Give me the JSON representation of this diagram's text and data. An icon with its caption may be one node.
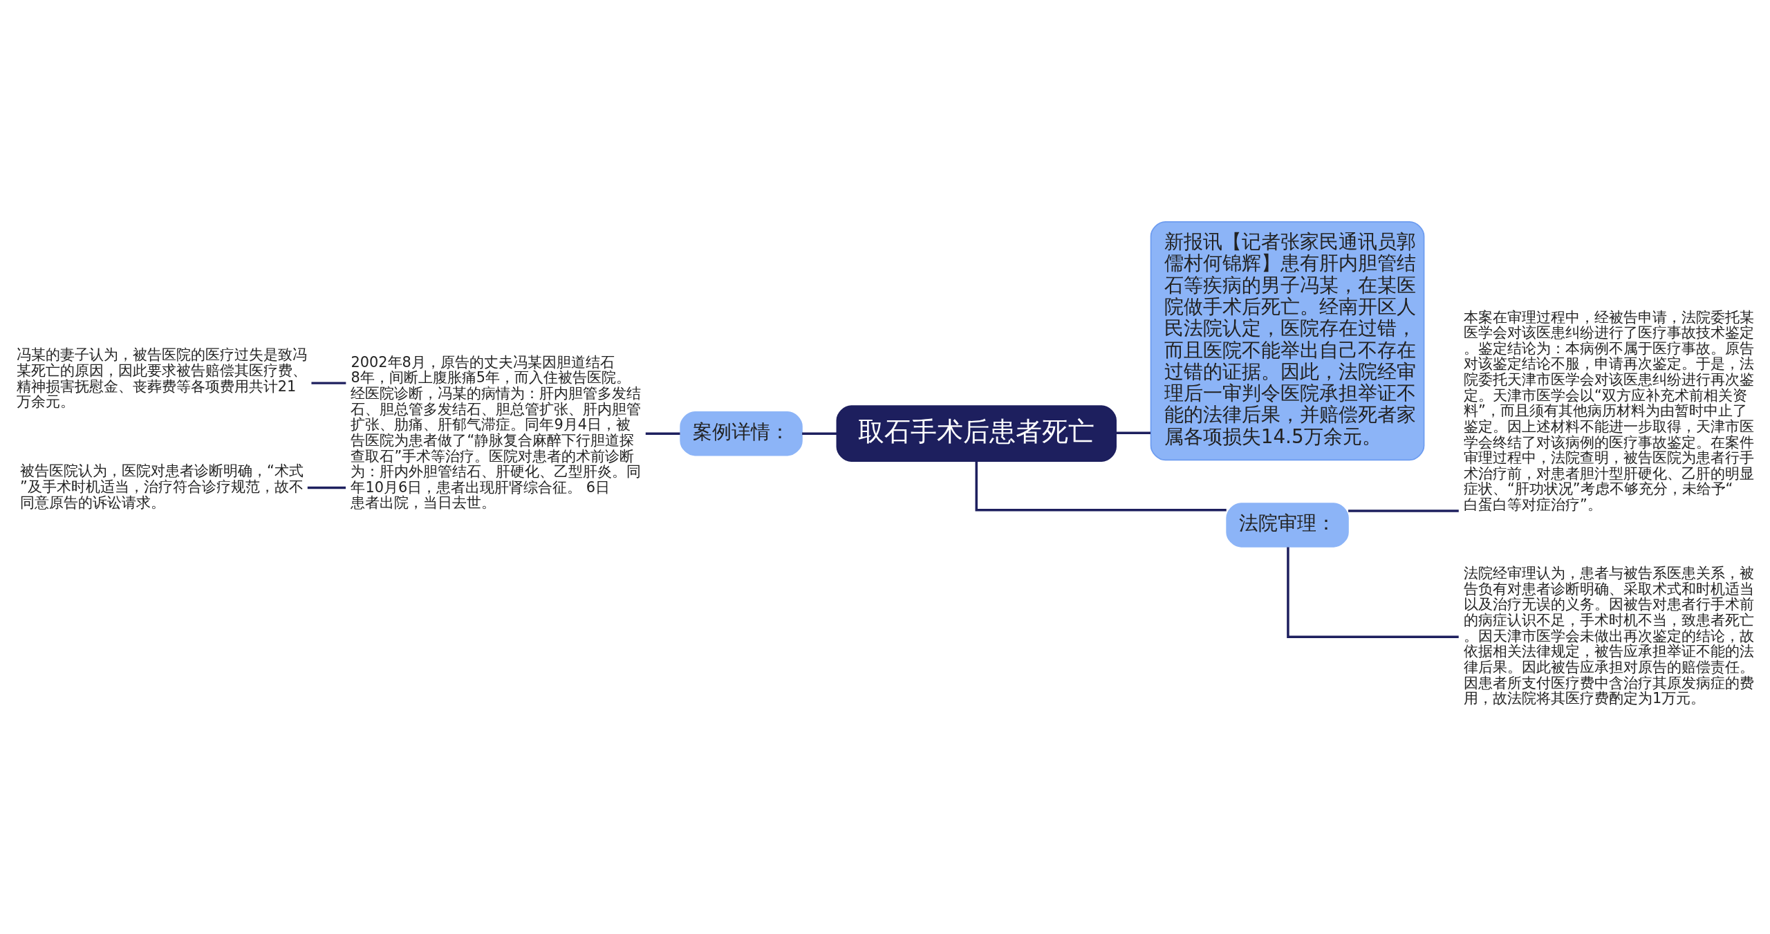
{
  "diagram": {
    "nodes": [
      {
        "text": [
          "取石手术后患者死亡"
        ]
      },
      {
        "text": [
          "案例详情："
        ]
      },
      {
        "text": [
          "2002年8月，原告的丈夫冯某因胆道结石8年，间断上腹胀痛5年，而入住被告医院。经医院诊断，冯某的病情为：肝内胆管多发结石、胆总管多发结石、胆总管扩张、肝内胆管扩张、肋痛、肝郁气滞症。同年9月4日，被告医院为患者做了“静脉复合麻醉下行胆道探查取石”手术等治疗。医院对患者的术前诊断为：肝内外胆管结石、肝硬化、乙型肝炎。同年10月6日，患者出现肝肾综合征。 6日患者出院，当日去世。"
        ]
      },
      {
        "text": [
          "冯某的妻子认为，被告医院的医疗过失是致冯某死亡的原因，因此要求被告赔偿其医疗费、精神损害抚慰金、丧葬费等各项费用共计21万余元。"
        ]
      },
      {
        "text": [
          "被告医院认为，医院对患者诊断明确，“术式”及手术时机适当，治疗符合诊疗规范，故不同意原告的诉讼请求。"
        ]
      },
      {
        "text": [
          "新报讯【记者张家民通讯员郭儒村何锦辉】患有肝内胆管结石等疾病的男子冯某，在某医院做手术后死亡。经南开区人民法院认定，医院存在过错，而且医院不能举出自己不存在过错的证据。因此，法院经审理后一审判令医院承担举证不能的法律后果，并赔偿死者家属各项损失14.5万余元。"
        ]
      },
      {
        "text": [
          "法院审理："
        ]
      },
      {
        "text": [
          "本案在审理过程中，经被告申请，法院委托某医学会对该医患纠纷进行了医疗事故技术鉴定。鉴定结论为：本病例不属于医疗事故。原告对该鉴定结论不服，申请再次鉴定。于是，法院委托天津市医学会对该医患纠纷进行再次鉴定。天津市医学会以“双方应补充术前相关资料”，而且须有其他病历材料为由暂时中止了鉴定。因上述材料不能进一步取得，天津市医学会终结了对该病例的医疗事故鉴定。在案件审理过程中，法院查明，被告医院为患者行手术治疗前，对患者胆汁型肝硬化、乙肝的明显症状、“肝功状况”考虑不够充分，未给予“白蛋白等对症治疗”。"
        ]
      },
      {
        "text": [
          "法院经审理认为，患者与被告系医患关系，被告负有对患者诊断明确、采取术式和时机适当以及治疗无误的义务。因被告对患者行手术前的病症认识不足，手术时机不当，致患者死亡。因天津市医学会未做出再次鉴定的结论，故依据相关法律规定，被告应承担举证不能的法律后果。因此被告应承担对原告的赔偿责任。因患者所支付医疗费中含治疗其原发病症的费用，故法院将其医疗费酌定为1万元。"
        ]
      }
    ],
    "edges": [
      {
        "from": 0,
        "to": 1,
        "arrow": "none"
      },
      {
        "from": 1,
        "to": 2,
        "arrow": "none"
      },
      {
        "from": 2,
        "to": 3,
        "arrow": "none"
      },
      {
        "from": 2,
        "to": 4,
        "arrow": "none"
      },
      {
        "from": 0,
        "to": 5,
        "arrow": "none"
      },
      {
        "from": 0,
        "to": 6,
        "arrow": "none"
      },
      {
        "from": 6,
        "to": 7,
        "arrow": "none"
      },
      {
        "from": 6,
        "to": 8,
        "arrow": "none"
      }
    ]
  }
}
